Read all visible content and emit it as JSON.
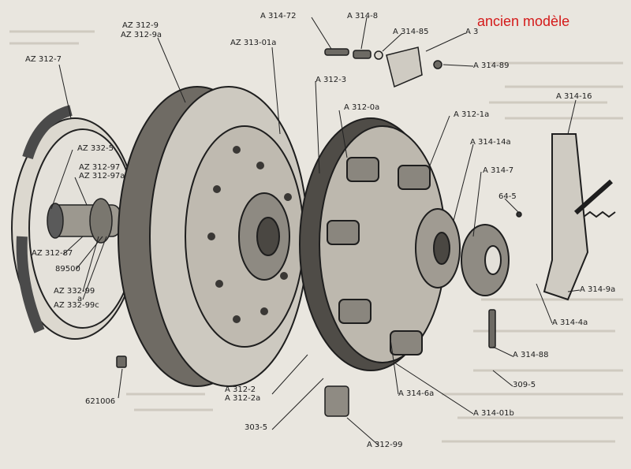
{
  "caption": "ancien modèle",
  "labels": {
    "az3127": "AZ 312-7",
    "az3129": "AZ 312-9",
    "az3129a": "AZ 312-9a",
    "az31301a": "AZ 313-01a",
    "a31472": "A 314-72",
    "a3148": "A 314-8",
    "a31485": "A 314-85",
    "a3": "A 3",
    "a31489": "A 314-89",
    "a3123": "A 312-3",
    "a3120a": "A 312-0a",
    "a3121a": "A 312-1a",
    "a31416": "A 314-16",
    "a31414a": "A 314-14a",
    "az3325": "AZ 332-5",
    "az31297": "AZ 312-97",
    "az31297a": "AZ 312-97a",
    "a3147": "A 314-7",
    "n645": "64-5",
    "az31287": "AZ 312-87",
    "n89500": "89500",
    "az33299": "AZ 332-99",
    "a": "a",
    "az33299c": "AZ 332-99c",
    "a3149a": "A 314-9a",
    "a3144a": "A 314-4a",
    "a31488": "A 314-88",
    "n3095": "309-5",
    "a3122": "A 312-2",
    "a3122a": "A 312-2a",
    "a3146a": "A 314-6a",
    "n621006": "621006",
    "a31401b": "A 314-01b",
    "n3035": "303-5",
    "a31299": "A 312-99"
  },
  "colors": {
    "paper": "#e9e6df",
    "ink": "#1c1c1c",
    "caption": "#d41a1a"
  }
}
